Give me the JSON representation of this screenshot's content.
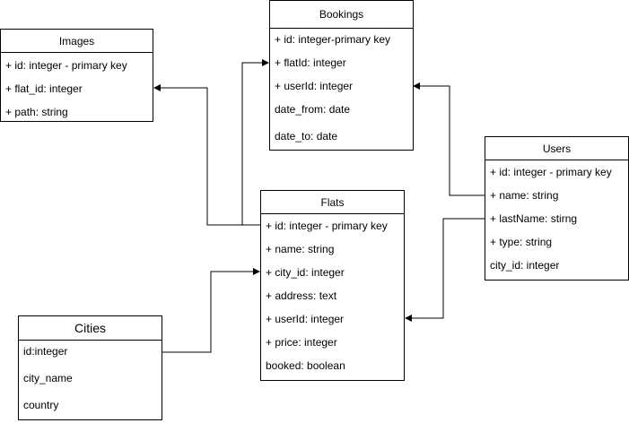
{
  "entities": {
    "images": {
      "title": "Images",
      "fields": [
        "+ id: integer - primary key",
        "+ flat_id: integer",
        "+ path: string"
      ]
    },
    "bookings": {
      "title": "Bookings",
      "fields": [
        "+ id: integer-primary key",
        "+ flatId: integer",
        "+ userId: integer",
        "date_from: date",
        "date_to: date"
      ]
    },
    "users": {
      "title": "Users",
      "fields": [
        "+ id: integer - primary key",
        "+ name: string",
        "+ lastName: stirng",
        "+ type: string",
        "city_id: integer"
      ]
    },
    "flats": {
      "title": "Flats",
      "fields": [
        "+ id: integer - primary key",
        "+ name: string",
        "+ city_id: integer",
        "+ address: text",
        "+ userId: integer",
        "+ price: integer",
        "booked: boolean"
      ]
    },
    "cities": {
      "title": "Cities",
      "fields": [
        "id:integer",
        "city_name",
        "country"
      ]
    }
  }
}
